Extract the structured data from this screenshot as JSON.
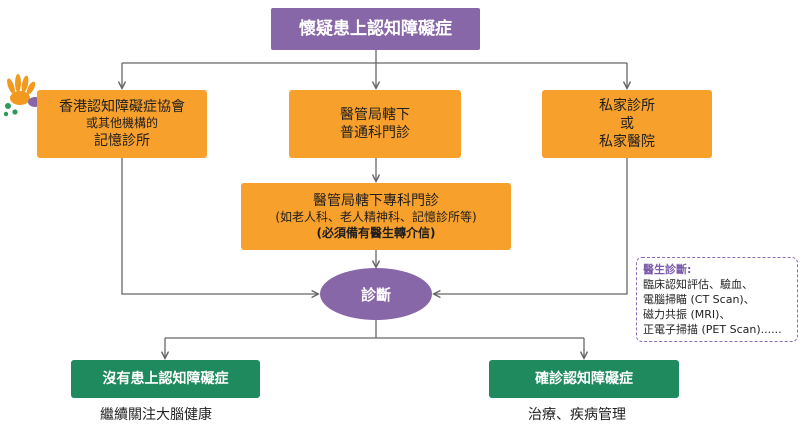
{
  "top": {
    "label": "懷疑患上認知障礙症"
  },
  "options": [
    {
      "lines": [
        "香港認知障礙症協會",
        "或其他機構的",
        "記憶診所"
      ]
    },
    {
      "lines": [
        "醫管局轄下",
        "普通科門診"
      ]
    },
    {
      "lines": [
        "私家診所",
        "或",
        "私家醫院"
      ]
    }
  ],
  "specialist": {
    "title": "醫管局轄下專科門診",
    "detail": "(如老人科、老人精神科、記憶診所等)",
    "requirement": "(必須備有醫生轉介信)"
  },
  "diagnosis": {
    "label": "診斷"
  },
  "note": {
    "title": "醫生診斷:",
    "lines": [
      "臨床認知評估、驗血、",
      "電腦掃瞄 (CT Scan)、",
      "磁力共振 (MRI)、",
      "正電子掃描 (PET Scan)......"
    ]
  },
  "outcomes": [
    {
      "label": "沒有患上認知障礙症",
      "caption": "繼續關注大腦健康"
    },
    {
      "label": "確診認知障礙症",
      "caption": "治療、疾病管理"
    }
  ],
  "colors": {
    "purple": "#8867a9",
    "orange": "#f8a02c",
    "green": "#1e8a5e",
    "line": "#666666"
  },
  "icons": {
    "logo": "hand-brain-logo-icon"
  }
}
